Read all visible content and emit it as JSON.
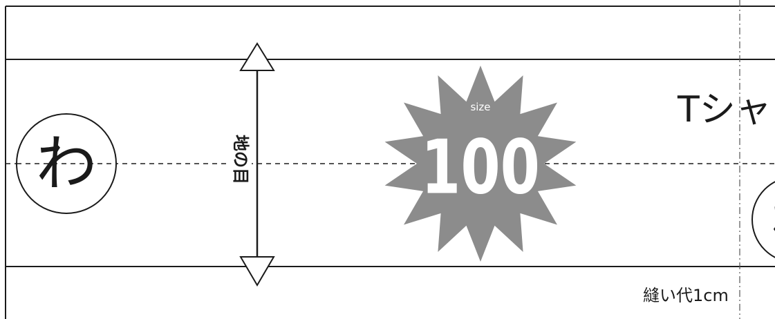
{
  "labels": {
    "mark_left": "わ",
    "mark_right": "わ",
    "grain": "地の目",
    "badge_prefix": "size",
    "badge_number": "100",
    "title_partial": "Tシャ",
    "seam_allowance": "縫い代1cm"
  },
  "colors": {
    "line": "#1a1a1a",
    "badge": "#8c8c8c",
    "badge_text": "#ffffff",
    "background": "#ffffff"
  }
}
